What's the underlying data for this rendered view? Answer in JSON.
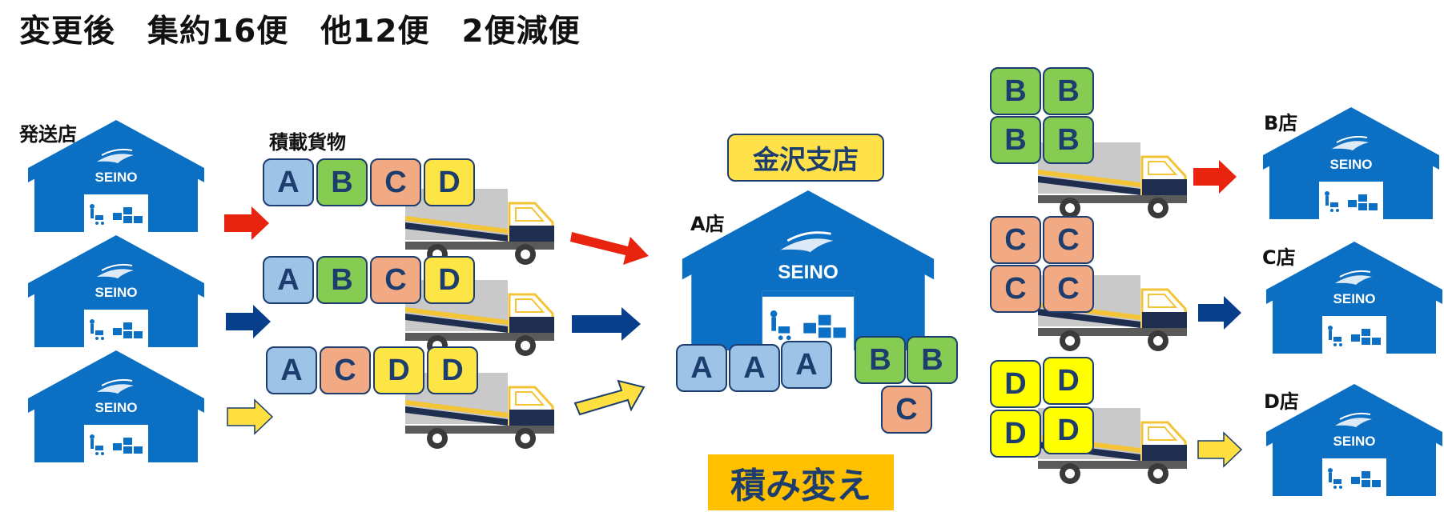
{
  "title": "変更後　集約16便　他12便　2便減便",
  "labels": {
    "sending_store": "発送店",
    "loaded_cargo": "積載貨物",
    "hub_store": "A店",
    "branch": "金沢支店",
    "reload": "積み変え",
    "dest_b": "B店",
    "dest_c": "C店",
    "dest_d": "D店"
  },
  "warehouse_sign": "SEINO",
  "truck_rows": [
    [
      "A",
      "B",
      "C",
      "D"
    ],
    [
      "A",
      "B",
      "C",
      "D"
    ],
    [
      "A",
      "C",
      "D",
      "D"
    ]
  ],
  "hub_cargo": {
    "row": [
      "A",
      "A",
      "A"
    ],
    "b_pair": [
      "B",
      "B"
    ],
    "c_single": "C"
  },
  "dest_cargo": {
    "b": [
      "B",
      "B",
      "B",
      "B"
    ],
    "c": [
      "C",
      "C",
      "C",
      "C"
    ],
    "d": [
      "D",
      "D",
      "D",
      "D"
    ]
  },
  "colors": {
    "brand_blue": "#0b6fc4",
    "navy": "#1c3d6e",
    "arrow_red": "#e8240f",
    "arrow_blue": "#083f8c",
    "arrow_yellow": "#ffe040",
    "cargo_a": "#9dc3e6",
    "cargo_b": "#86cc52",
    "cargo_c": "#f2aa84",
    "cargo_d": "#fde545",
    "reload_bg": "#ffc000"
  }
}
